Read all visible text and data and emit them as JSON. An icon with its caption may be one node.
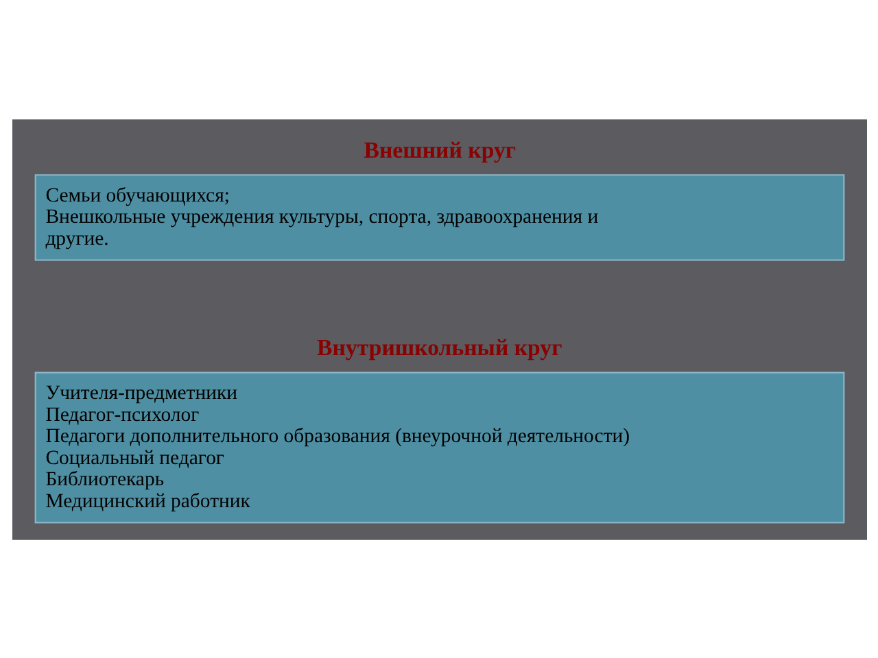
{
  "diagram": {
    "nodes": [
      {
        "text": [
          "Внутришкольный круг",
          "Учителя-предметники",
          "Педагог-психолог",
          "Педагоги дополнительного образования (внеурочной деятельности)",
          "Социальный педагог",
          "Библиотекарь",
          "Медицинский работник"
        ]
      },
      {
        "text": [
          "Внешний круг",
          "Семьи обучающихся;",
          "Внешкольные учреждения культуры, спорта, здравоохранения и другие."
        ]
      }
    ],
    "edges": []
  }
}
